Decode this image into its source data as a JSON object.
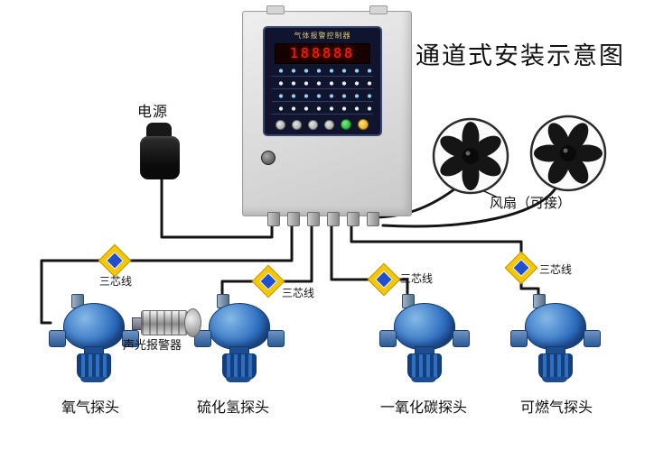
{
  "page_title": "通道式安装示意图",
  "controller": {
    "panel_title": "气体报警控制器",
    "display": "188888"
  },
  "power": {
    "label": "电源"
  },
  "fans": {
    "label": "风扇（可接）"
  },
  "alarm": {
    "label": "声光报警器"
  },
  "wire_tag": {
    "label": "三芯线"
  },
  "detectors": [
    {
      "label": "氧气探头"
    },
    {
      "label": "硫化氢探头"
    },
    {
      "label": "一氧化碳探头"
    },
    {
      "label": "可燃气探头"
    }
  ],
  "colors": {
    "detector_blue": "#2f6fc0",
    "led_red": "#ff2200",
    "tag_yellow": "#f7c800",
    "tag_blue": "#2050d0",
    "wire_black": "#141414"
  }
}
